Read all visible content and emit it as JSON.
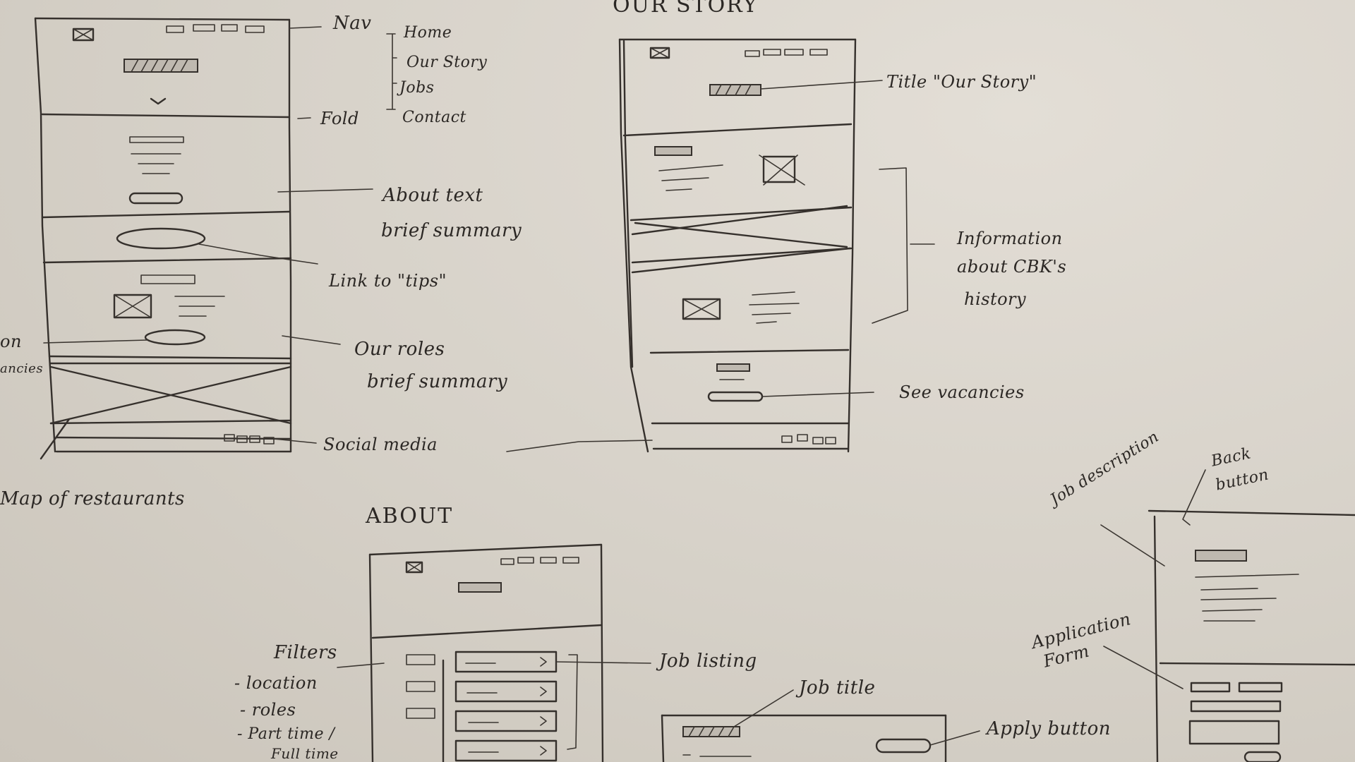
{
  "labels": {
    "our_story_heading": "OUR STORY",
    "about_heading": "ABOUT",
    "nav": "Nav",
    "nav_home": "Home",
    "nav_our_story": "Our Story",
    "nav_jobs": "Jobs",
    "nav_contact": "Contact",
    "fold": "Fold",
    "about_text_1": "About text",
    "about_text_2": "brief summary",
    "link_tips": "Link to \"tips\"",
    "roles_1": "Our roles",
    "roles_2": "brief summary",
    "social_media": "Social media",
    "map": "Map of restaurants",
    "left_edge_1": "on",
    "left_edge_2": "ancies",
    "title_our_story": "Title \"Our Story\"",
    "info_1": "Information",
    "info_2": "about CBK's",
    "info_3": "history",
    "see_vacancies": "See vacancies",
    "filters": "Filters",
    "filter_location": "- location",
    "filter_roles": "- roles",
    "filter_parttime": "- Part time /",
    "filter_fulltime": "Full time",
    "job_listing": "Job listing",
    "job_title": "Job title",
    "apply_button": "Apply button",
    "job_description": "Job description",
    "back_button_1": "Back",
    "back_button_2": "button",
    "application_1": "Application",
    "application_2": "Form"
  }
}
